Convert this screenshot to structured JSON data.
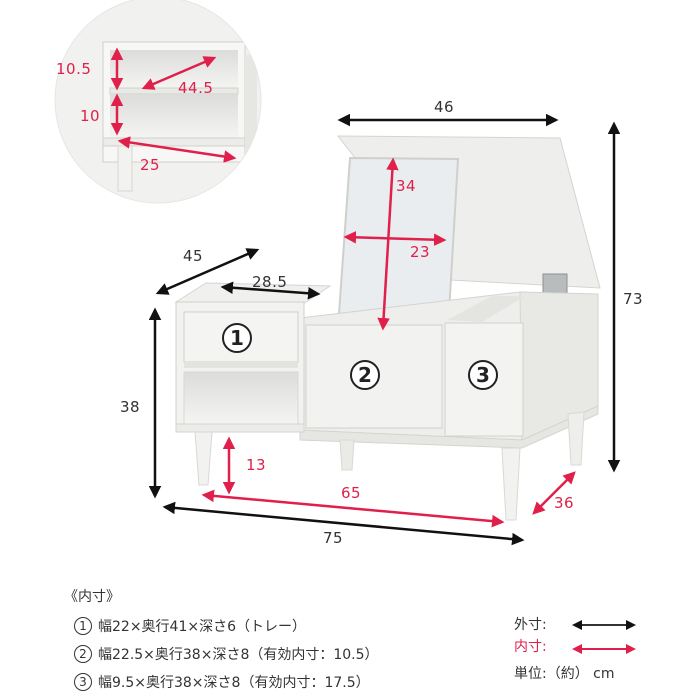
{
  "colors": {
    "outer_dim": "#111111",
    "inner_dim": "#e0204a",
    "furniture": "#efefed",
    "furniture_edge": "#d6d6d2",
    "mirror": "#e8ecef"
  },
  "inset": {
    "label_shelf_height_top": "10.5",
    "label_shelf_depth": "44.5",
    "label_shelf_height_bottom": "10",
    "label_shelf_width": "25"
  },
  "dimensions": {
    "top_width": "46",
    "mirror_height": "34",
    "mirror_width": "23",
    "depth_total": "45",
    "left_top_width": "28.5",
    "total_height": "73",
    "body_height": "38",
    "leg_height": "13",
    "inner_width": "65",
    "total_width": "75",
    "leg_depth": "36"
  },
  "compartments": [
    {
      "badge": "1"
    },
    {
      "badge": "2"
    },
    {
      "badge": "3"
    }
  ],
  "inner_sizes": {
    "title": "《内寸》",
    "rows": [
      {
        "num": "1",
        "text": "幅22×奥行41×深さ6（トレー）"
      },
      {
        "num": "2",
        "text": "幅22.5×奥行38×深さ8（有効内寸：10.5）"
      },
      {
        "num": "3",
        "text": "幅9.5×奥行38×深さ8（有効内寸：17.5）"
      }
    ]
  },
  "legend": {
    "outer_label": "外寸:",
    "inner_label": "内寸:",
    "unit_label": "単位:（約） cm"
  }
}
